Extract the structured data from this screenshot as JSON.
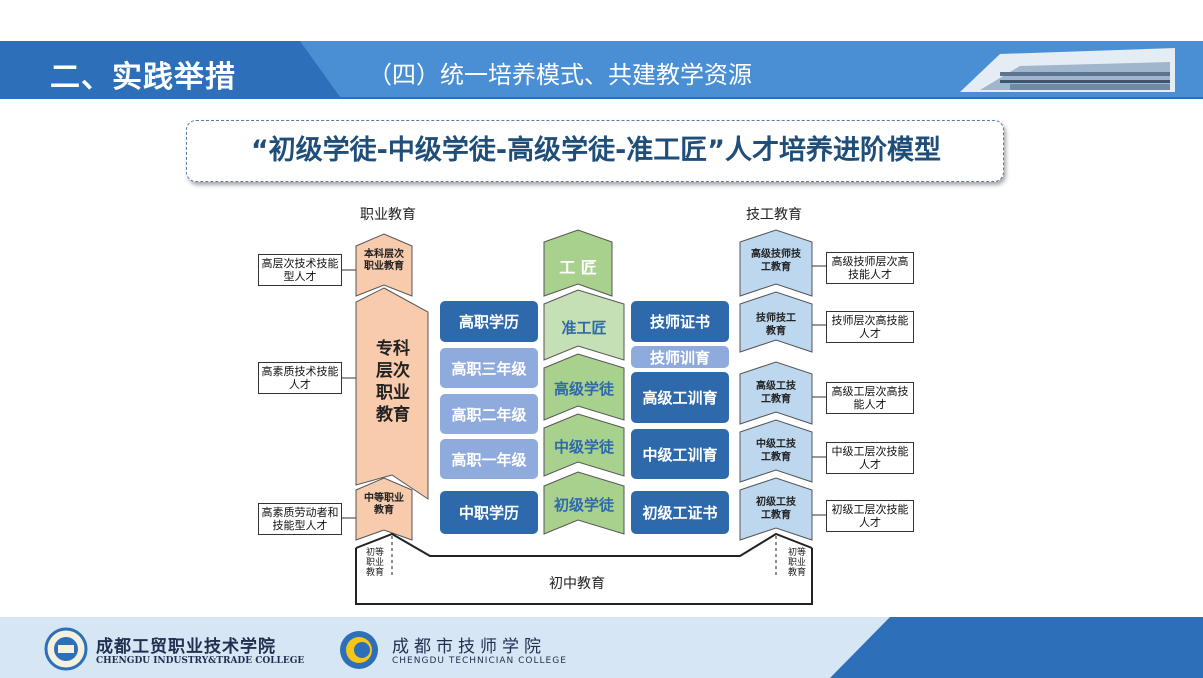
{
  "header": {
    "section_title": "二、实践举措",
    "subtitle": "（四）统一培养模式、共建教学资源"
  },
  "model_title": "“初级学徒-中级学徒-高级学徒-准工匠”人才培养进阶模型",
  "columns": {
    "vocational_label": "职业教育",
    "technical_label": "技工教育"
  },
  "left_talents": [
    "高层次技术技能型人才",
    "高素质技术技能人才",
    "高素质劳动者和技能型人才"
  ],
  "vocational_stages": {
    "bachelor": "本科层次职业教育",
    "college": "专科层次职业教育",
    "secondary": "中等职业教育",
    "base": "初等职业教育"
  },
  "left_pills": [
    "高职学历",
    "高职三年级",
    "高职二年级",
    "高职一年级",
    "中职学历"
  ],
  "center_stages": [
    "工 匠",
    "准工匠",
    "高级学徒",
    "中级学徒",
    "初级学徒"
  ],
  "right_pills": [
    "技师证书",
    "技师训育",
    "高级工训育",
    "中级工训育",
    "初级工证书"
  ],
  "technical_stages": [
    "高级技师技工教育",
    "技师技工教育",
    "高级工技工教育",
    "中级工技工教育",
    "初级工技工教育"
  ],
  "technical_base": "初等职业教育",
  "right_talents": [
    "高级技师层次高技能人才",
    "技师层次高技能人才",
    "高级工层次高技能人才",
    "中级工层次技能人才",
    "初级工层次技能人才"
  ],
  "junior_middle": "初中教育",
  "footer": {
    "college1_cn": "成都工贸职业技术学院",
    "college1_en": "CHENGDU INDUSTRY&TRADE COLLEGE",
    "college2_cn": "成都市技师学院",
    "college2_en": "CHENGDU TECHNICIAN COLLEGE"
  },
  "colors": {
    "header_blue": "#4a8fd4",
    "header_dark": "#2d6fb8",
    "orange": "#f8cbad",
    "green_dark": "#a9d18e",
    "green_light": "#c5e0b4",
    "blue_light": "#bdd7ee",
    "pill_dark": "#2e6aab",
    "pill_light": "#8faadc"
  }
}
